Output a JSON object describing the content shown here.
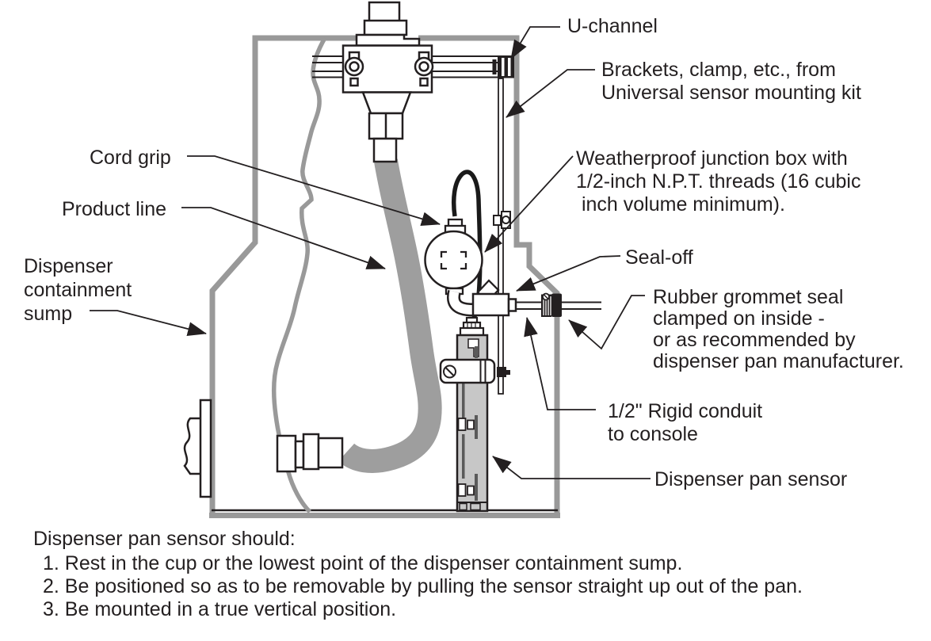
{
  "figure": {
    "kind": "installation-diagram",
    "subject": "Dispenser pan sensor installation in dispenser containment sump"
  },
  "colors": {
    "outline_gray": "#999999",
    "hose_gray": "#9e9e9e",
    "sensor_gray": "#c7c7c7",
    "line_black": "#231f20",
    "background": "#ffffff"
  },
  "labels": {
    "u_channel": {
      "text": "U-channel"
    },
    "brackets": {
      "text": "Brackets, clamp, etc., from\nUniversal sensor mounting kit"
    },
    "weatherproof": {
      "text": "Weatherproof junction box with\n1/2-inch N.P.T. threads (16 cubic\n inch volume minimum)."
    },
    "seal_off": {
      "text": "Seal-off"
    },
    "rubber_grommet": {
      "text": "Rubber grommet seal\nclamped on inside -\nor as recommended by\ndispenser pan manufacturer."
    },
    "rigid_conduit": {
      "text": "1/2\" Rigid conduit\nto console"
    },
    "pan_sensor": {
      "text": "Dispenser pan sensor"
    },
    "cord_grip": {
      "text": "Cord grip"
    },
    "product_line": {
      "text": "Product line"
    },
    "containment_sump": {
      "text": "Dispenser\ncontainment\nsump"
    }
  },
  "note": {
    "title": "Dispenser pan sensor should:",
    "items": [
      "1. Rest in the cup or the lowest point of the dispenser containment sump.",
      "2. Be positioned so as to be removable by pulling the sensor straight up out of the pan.",
      "3. Be mounted in a true vertical position."
    ]
  }
}
